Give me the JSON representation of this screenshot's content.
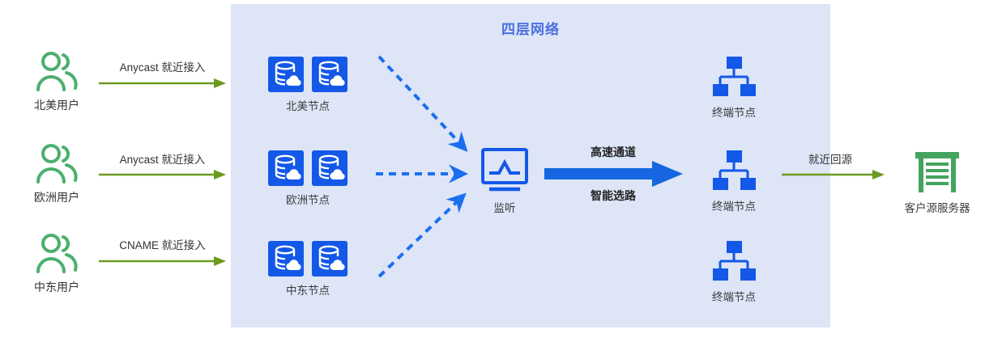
{
  "diagram": {
    "title": "四层网络",
    "colors": {
      "panel_bg": "#dde5f7",
      "title_blue": "#4a6fe0",
      "node_blue": "#1458e8",
      "arrow_blue": "#1a6ff0",
      "user_green": "#4caf6e",
      "origin_green": "#44a45f",
      "green_arrow": "#6b9a1f",
      "label_text": "#333333"
    }
  },
  "users": [
    {
      "id": "north-america",
      "label": "北美用户",
      "icon": "users-icon",
      "connector_label": "Anycast 就近接入",
      "connector_type": "solid-green-arrow"
    },
    {
      "id": "europe",
      "label": "欧洲用户",
      "icon": "users-icon",
      "connector_label": "Anycast 就近接入",
      "connector_type": "solid-green-arrow"
    },
    {
      "id": "middle-east",
      "label": "中东用户",
      "icon": "users-icon",
      "connector_label": "CNAME 就近接入",
      "connector_type": "solid-green-arrow"
    }
  ],
  "edge_nodes": [
    {
      "id": "north-america-node",
      "label": "北美节点",
      "icon": "database-cloud-icon",
      "count": 2,
      "connector_type": "dashed-blue-arrow-down"
    },
    {
      "id": "europe-node",
      "label": "欧洲节点",
      "icon": "database-cloud-icon",
      "count": 2,
      "connector_type": "dashed-blue-arrow-right"
    },
    {
      "id": "middle-east-node",
      "label": "中东节点",
      "icon": "database-cloud-icon",
      "count": 2,
      "connector_type": "dashed-blue-arrow-up"
    }
  ],
  "listener": {
    "id": "listener",
    "label": "监听",
    "icon": "monitor-waveform-icon"
  },
  "channel": {
    "top_label": "高速通道",
    "bottom_label": "智能选路",
    "icon": "thick-blue-arrow-right"
  },
  "terminal_nodes": [
    {
      "id": "terminal-node-1",
      "label": "终端节点",
      "icon": "network-tree-icon"
    },
    {
      "id": "terminal-node-2",
      "label": "终端节点",
      "icon": "network-tree-icon"
    },
    {
      "id": "terminal-node-3",
      "label": "终端节点",
      "icon": "network-tree-icon"
    }
  ],
  "origin": {
    "id": "origin-server",
    "label": "客户源服务器",
    "icon": "origin-server-icon",
    "connector_label": "就近回源",
    "connector_type": "solid-green-arrow"
  }
}
